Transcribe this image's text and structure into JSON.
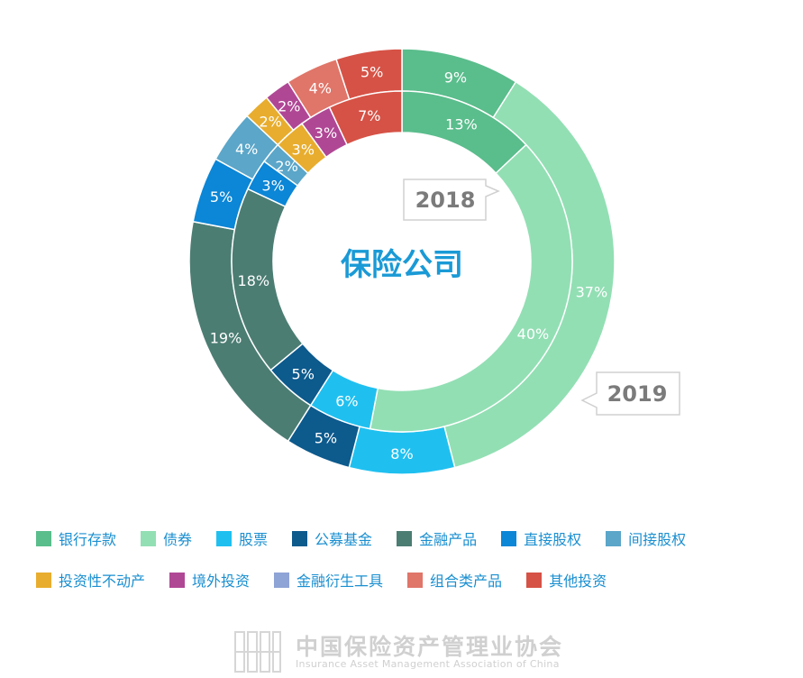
{
  "chart_data": {
    "type": "donut",
    "title": "保险公司",
    "categories": [
      "银行存款",
      "债券",
      "股票",
      "公募基金",
      "金融产品",
      "直接股权",
      "间接股权",
      "投资性不动产",
      "境外投资",
      "金融衍生工具",
      "组合类产品",
      "其他投资"
    ],
    "colors": [
      "#5abd8c",
      "#92dfb4",
      "#1fc0f0",
      "#0d5a8d",
      "#4c7d73",
      "#0c86d6",
      "#5ba6c9",
      "#e8ad2e",
      "#b04795",
      "#8ea3d6",
      "#e07569",
      "#d65246"
    ],
    "series": [
      {
        "name": "2019",
        "ring": "outer",
        "values": [
          9,
          37,
          8,
          5,
          19,
          5,
          4,
          2,
          2,
          0,
          4,
          5
        ],
        "labels": [
          "9%",
          "37%",
          "8%",
          "5%",
          "19%",
          "5%",
          "4%",
          "2%",
          "2%",
          "",
          "4%",
          "5%"
        ]
      },
      {
        "name": "2018",
        "ring": "inner",
        "values": [
          13,
          40,
          6,
          5,
          18,
          3,
          2,
          3,
          3,
          0,
          0,
          7
        ],
        "labels": [
          "13%",
          "40%",
          "6%",
          "5%",
          "18%",
          "3%",
          "2%",
          "3%",
          "3%",
          "",
          "",
          "7%"
        ]
      }
    ],
    "legend_position": "bottom"
  },
  "watermark": {
    "name_cn": "中国保险资产管理业协会",
    "name_en": "Insurance Asset Management Association of China"
  }
}
